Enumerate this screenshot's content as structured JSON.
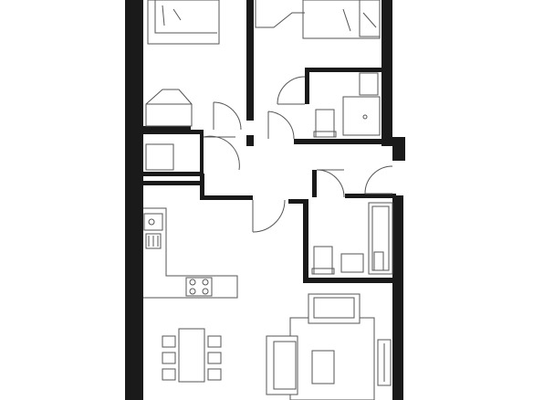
{
  "plan": {
    "colors": {
      "wall": "#1a1a1a",
      "line": "#555555",
      "background": "#ffffff"
    },
    "rooms": [
      "bedroom-left",
      "bedroom-right",
      "en-suite",
      "hall-cupboard",
      "hallway",
      "bathroom",
      "kitchen",
      "living-dining"
    ]
  }
}
